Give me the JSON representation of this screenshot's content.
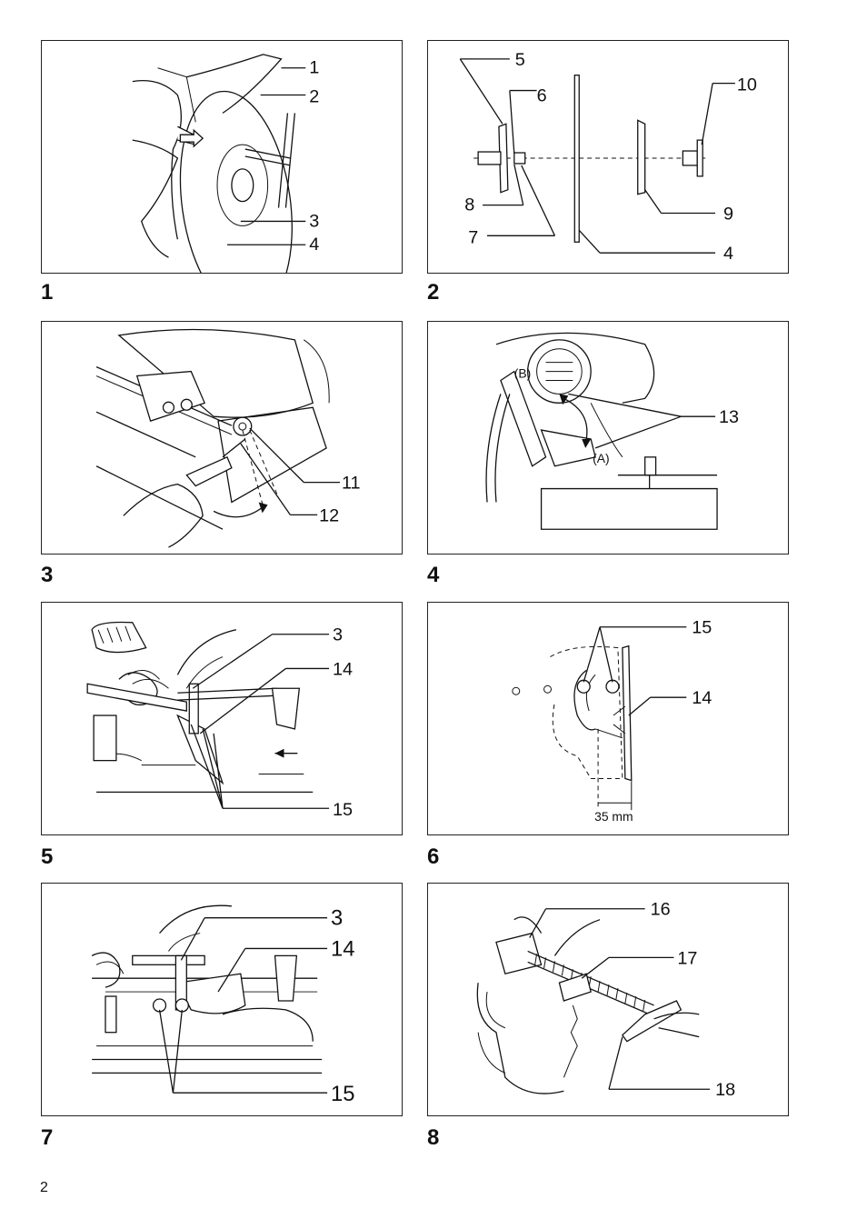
{
  "page_number": "2",
  "figures": [
    {
      "number": "1",
      "callouts": [
        "1",
        "2",
        "3",
        "4"
      ]
    },
    {
      "number": "2",
      "callouts": [
        "5",
        "6",
        "10",
        "8",
        "9",
        "7",
        "4"
      ]
    },
    {
      "number": "3",
      "callouts": [
        "11",
        "12"
      ]
    },
    {
      "number": "4",
      "callouts": [
        "13",
        "(B)",
        "(A)"
      ]
    },
    {
      "number": "5",
      "callouts": [
        "3",
        "14",
        "15"
      ]
    },
    {
      "number": "6",
      "callouts": [
        "15",
        "14"
      ],
      "dimension": "35 mm"
    },
    {
      "number": "7",
      "callouts": [
        "3",
        "14",
        "15"
      ]
    },
    {
      "number": "8",
      "callouts": [
        "16",
        "17",
        "18"
      ]
    }
  ]
}
